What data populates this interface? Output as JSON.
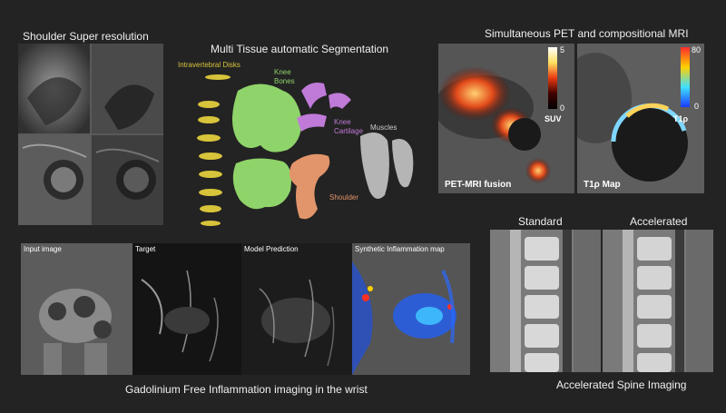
{
  "shoulder": {
    "title": "Shoulder Super resolution"
  },
  "segmentation": {
    "title": "Multi Tissue automatic Segmentation",
    "labels": {
      "disks": "Intravertebral Disks",
      "knee_bones": "Knee Bones",
      "knee_cartilage": "Knee Cartilage",
      "muscles": "Muscles",
      "shoulder": "Shoulder"
    }
  },
  "pet_mri": {
    "title": "Simultaneous PET and compositional MRI",
    "panel_left_label": "PET-MRI fusion",
    "panel_right_label": "T1ρ Map",
    "suv_scale": {
      "max": "5",
      "min": "0",
      "unit": "SUV"
    },
    "t1p_scale": {
      "max": "80",
      "min": "0",
      "unit": "T1ρ"
    }
  },
  "wrist": {
    "caption": "Gadolinium Free Inflammation imaging in the wrist",
    "panels": [
      "Input image",
      "Target",
      "Model Prediction",
      "Synthetic Inflammation map"
    ]
  },
  "spine": {
    "caption": "Accelerated Spine Imaging",
    "left_label": "Standard",
    "right_label": "Accelerated"
  },
  "colors": {
    "background": "#232323",
    "disk_yellow": "#d8c43a",
    "bone_green": "#8fd46a",
    "cartilage_purple": "#c07ad8",
    "shoulder_orange": "#e2946a",
    "muscle_gray": "#cfcfcf"
  }
}
